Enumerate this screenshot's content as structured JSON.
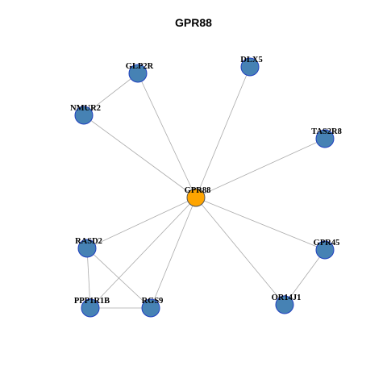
{
  "title": "GPR88",
  "colors": {
    "hub_node": "#FFA500",
    "leaf_node": "#4682B4",
    "node_border": "#1F3FBF",
    "edge": "#AAAAAA"
  },
  "nodes": [
    {
      "id": "GPR88",
      "label": "GPR88",
      "role": "hub"
    },
    {
      "id": "GLP2R",
      "label": "GLP2R",
      "role": "leaf"
    },
    {
      "id": "DLX5",
      "label": "DLX5",
      "role": "leaf"
    },
    {
      "id": "NMUR2",
      "label": "NMUR2",
      "role": "leaf"
    },
    {
      "id": "TAS2R8",
      "label": "TAS2R8",
      "role": "leaf"
    },
    {
      "id": "RASD2",
      "label": "RASD2",
      "role": "leaf"
    },
    {
      "id": "GPR45",
      "label": "GPR45",
      "role": "leaf"
    },
    {
      "id": "PPP1R1B",
      "label": "PPP1R1B",
      "role": "leaf"
    },
    {
      "id": "RGS9",
      "label": "RGS9",
      "role": "leaf"
    },
    {
      "id": "OR14J1",
      "label": "OR14J1",
      "role": "leaf"
    }
  ],
  "edges": [
    [
      "GPR88",
      "GLP2R"
    ],
    [
      "GPR88",
      "DLX5"
    ],
    [
      "GPR88",
      "NMUR2"
    ],
    [
      "GPR88",
      "TAS2R8"
    ],
    [
      "GPR88",
      "RASD2"
    ],
    [
      "GPR88",
      "GPR45"
    ],
    [
      "GPR88",
      "PPP1R1B"
    ],
    [
      "GPR88",
      "RGS9"
    ],
    [
      "GPR88",
      "OR14J1"
    ],
    [
      "GLP2R",
      "NMUR2"
    ],
    [
      "RASD2",
      "PPP1R1B"
    ],
    [
      "RASD2",
      "RGS9"
    ],
    [
      "PPP1R1B",
      "RGS9"
    ],
    [
      "GPR45",
      "OR14J1"
    ]
  ]
}
